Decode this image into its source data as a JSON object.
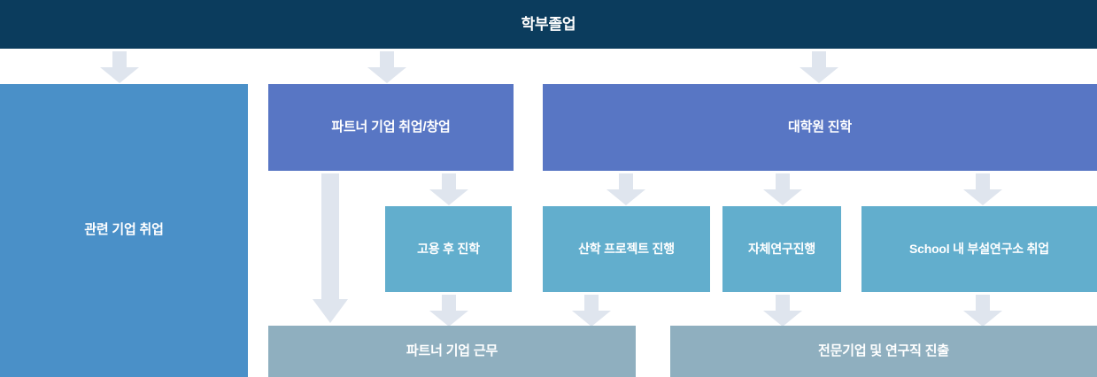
{
  "diagram": {
    "title": "학부졸업",
    "accent_colors": {
      "header": "#0b3c5d",
      "employment": "#4a90c8",
      "mid_track": "#5876c4",
      "sub_track": "#62aecd",
      "final_track": "#8fafbf",
      "arrow": "#dfe5ee",
      "text": "#ffffff"
    },
    "nodes": {
      "header": {
        "label": "학부졸업"
      },
      "related_company": {
        "label": "관련 기업 취업"
      },
      "partner_company": {
        "label": "파트너 기업 취업/창업"
      },
      "grad_school": {
        "label": "대학원 진학"
      },
      "study_after_employment": {
        "label": "고용 후 진학"
      },
      "industry_project": {
        "label": "산학 프로젝트 진행"
      },
      "own_research": {
        "label": "자체연구진행"
      },
      "school_institute": {
        "label": "School 내 부설연구소 취업"
      },
      "partner_work": {
        "label": "파트너 기업 근무"
      },
      "specialist_research": {
        "label": "전문기업 및 연구직 진출"
      }
    },
    "arrows": {
      "to_related_company": "down-arrow-icon",
      "to_partner_company": "down-arrow-icon",
      "to_grad_school": "down-arrow-icon",
      "partner_to_study": "down-arrow-icon",
      "grad_to_industry_project": "down-arrow-icon",
      "grad_to_own_research": "down-arrow-icon",
      "grad_to_school_institute": "down-arrow-icon",
      "partner_to_partner_work": "long-down-arrow-icon",
      "study_to_partner_work": "down-arrow-icon",
      "industry_project_to_partner_work": "down-arrow-icon",
      "own_research_to_specialist": "down-arrow-icon",
      "school_institute_to_specialist": "down-arrow-icon"
    }
  }
}
